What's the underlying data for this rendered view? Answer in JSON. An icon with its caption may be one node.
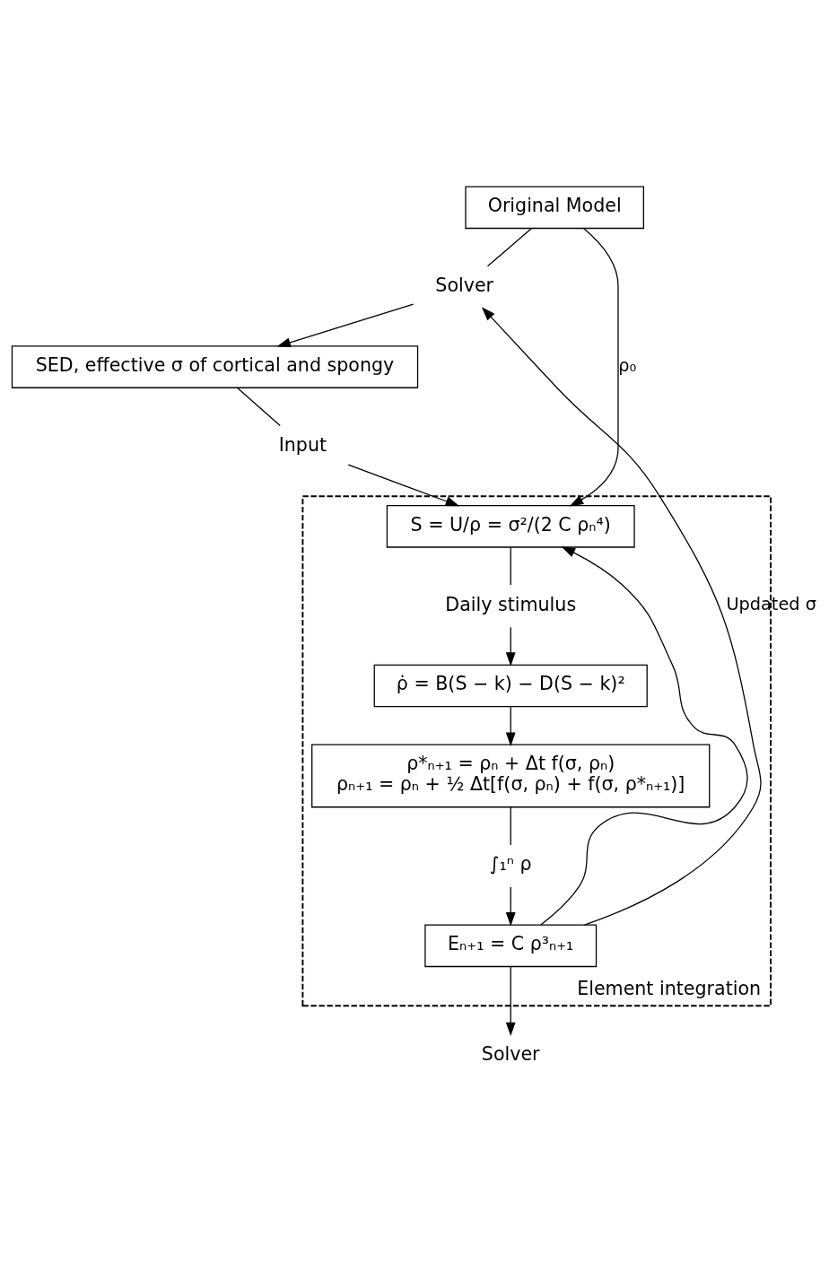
{
  "diagram": {
    "nodes": [
      {
        "text": [
          "Original Model"
        ]
      },
      {
        "text": [
          "Solver"
        ]
      },
      {
        "text": [
          "SED, effective σ of cortical and spongy"
        ]
      },
      {
        "text": [
          "Input"
        ]
      },
      {
        "text": [
          "Element integration"
        ]
      },
      {
        "text": [
          "S = U/ρ = σ²/(2 C ρₙ⁴)"
        ],
        "in": 4
      },
      {
        "text": [
          "Daily stimulus"
        ],
        "in": 4
      },
      {
        "text": [
          "ρ̇ = B(S − k) − D(S − k)²"
        ],
        "in": 4
      },
      {
        "text": [
          "ρ*ₙ₊₁ = ρₙ + Δt f(σ, ρₙ)",
          "ρₙ₊₁ = ρₙ + ½ Δt[f(σ, ρₙ) + f(σ, ρ*ₙ₊₁)]"
        ],
        "in": 4
      },
      {
        "text": [
          "∫₁ⁿ ρ"
        ],
        "in": 4
      },
      {
        "text": [
          "Eₙ₊₁ = C ρ³ₙ₊₁"
        ],
        "in": 4
      },
      {
        "text": [
          "Solver"
        ]
      }
    ],
    "edges": [
      {
        "from": 0,
        "to": 1,
        "arrow": "none"
      },
      {
        "from": 1,
        "to": 2,
        "arrow": "to"
      },
      {
        "from": 2,
        "to": 3,
        "arrow": "none"
      },
      {
        "from": 3,
        "to": 5,
        "arrow": "to"
      },
      {
        "from": 0,
        "to": 5,
        "arrow": "to",
        "label": "ρ₀"
      },
      {
        "from": 5,
        "to": 6,
        "arrow": "none"
      },
      {
        "from": 6,
        "to": 7,
        "arrow": "to"
      },
      {
        "from": 7,
        "to": 8,
        "arrow": "to"
      },
      {
        "from": 8,
        "to": 9,
        "arrow": "none"
      },
      {
        "from": 9,
        "to": 10,
        "arrow": "to"
      },
      {
        "from": 10,
        "to": 5,
        "arrow": "to"
      },
      {
        "from": 10,
        "to": 1,
        "arrow": "to",
        "label": "Updated σ"
      },
      {
        "from": 10,
        "to": 11,
        "arrow": "to"
      }
    ]
  }
}
